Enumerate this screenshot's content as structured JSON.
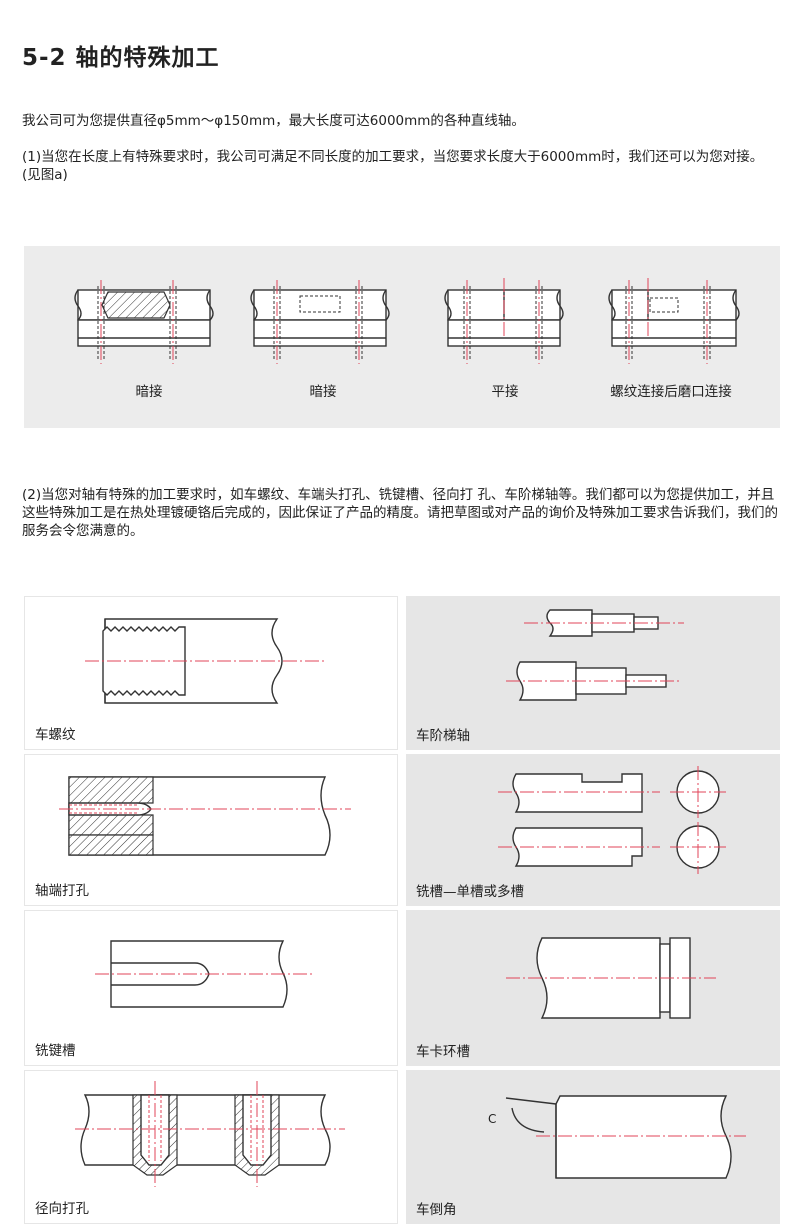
{
  "title": "5-2 轴的特殊加工",
  "paragraph_1": "我公司可为您提供直径φ5mm～φ150mm，最大长度可达6000mm的各种直线轴。",
  "paragraph_2": "(1)当您在长度上有特殊要求时，我公司可满足不同长度的加工要求，当您要求长度大于6000mm时，我们还可以为您对接。(见图a)",
  "paragraph_3": "(2)当您对轴有特殊的加工要求时，如车螺纹、车端头打孔、铣键槽、径向打 孔、车阶梯轴等。我们都可以为您提供加工，并且这些特殊加工是在热处理镀硬铬后完成的，因此保证了产品的精度。请把草图或对产品的询价及特殊加工要求告诉我们，我们的服务会令您满意的。",
  "joints": [
    {
      "label": "暗接"
    },
    {
      "label": "暗接"
    },
    {
      "label": "平接"
    },
    {
      "label": "螺纹连接后磨口连接"
    }
  ],
  "processing": [
    {
      "label": "车螺纹"
    },
    {
      "label": "车阶梯轴"
    },
    {
      "label": "轴端打孔"
    },
    {
      "label": "铣槽—单槽或多槽"
    },
    {
      "label": "铣键槽"
    },
    {
      "label": "车卡环槽"
    },
    {
      "label": "径向打孔"
    },
    {
      "label": "车倒角",
      "chamfer_mark": "C"
    }
  ],
  "colors": {
    "centerline": "#e04458",
    "panel_gray": "#e6e6e6",
    "outline": "#333333"
  }
}
